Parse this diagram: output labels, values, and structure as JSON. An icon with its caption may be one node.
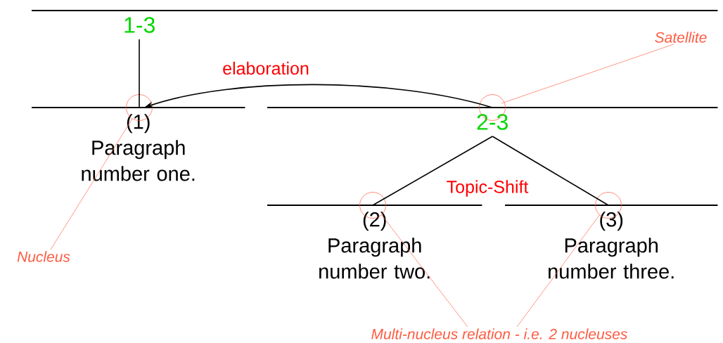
{
  "diagram": {
    "nodes": [
      {
        "text": [
          "1-3"
        ]
      },
      {
        "text": [
          "(1)",
          "Paragraph number one."
        ]
      },
      {
        "text": [
          "2-3"
        ]
      },
      {
        "text": [
          "(2)",
          "Paragraph number two."
        ]
      },
      {
        "text": [
          "(3)",
          "Paragraph number three."
        ]
      },
      {
        "text": [
          "Satellite"
        ]
      },
      {
        "text": [
          "Nucleus"
        ]
      },
      {
        "text": [
          "Multi-nucleus relation - i.e. 2 nucleuses"
        ]
      }
    ],
    "edges": [
      {
        "from": 0,
        "to": 1,
        "arrow": "none"
      },
      {
        "from": 2,
        "to": 1,
        "arrow": "to",
        "label": "elaboration"
      },
      {
        "from": 2,
        "to": 3,
        "arrow": "none"
      },
      {
        "from": 2,
        "to": 4,
        "arrow": "none"
      },
      {
        "from": 5,
        "to": 2,
        "arrow": "none",
        "color": "#ff6a50"
      },
      {
        "from": 6,
        "to": 1,
        "arrow": "none",
        "color": "#ff6a50"
      },
      {
        "from": 7,
        "to": 3,
        "arrow": "none",
        "color": "#ff6a50"
      },
      {
        "from": 7,
        "to": 4,
        "arrow": "none",
        "color": "#ff6a50"
      }
    ],
    "labels": [
      "Topic-Shift"
    ]
  }
}
